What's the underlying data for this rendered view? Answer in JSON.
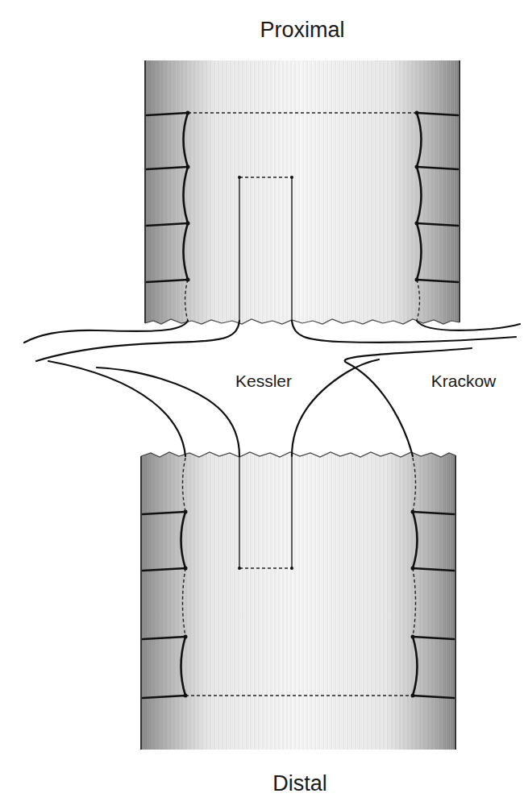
{
  "diagram": {
    "labels": [
      "Proximal",
      "Kessler",
      "Krackow",
      "Distal"
    ]
  }
}
